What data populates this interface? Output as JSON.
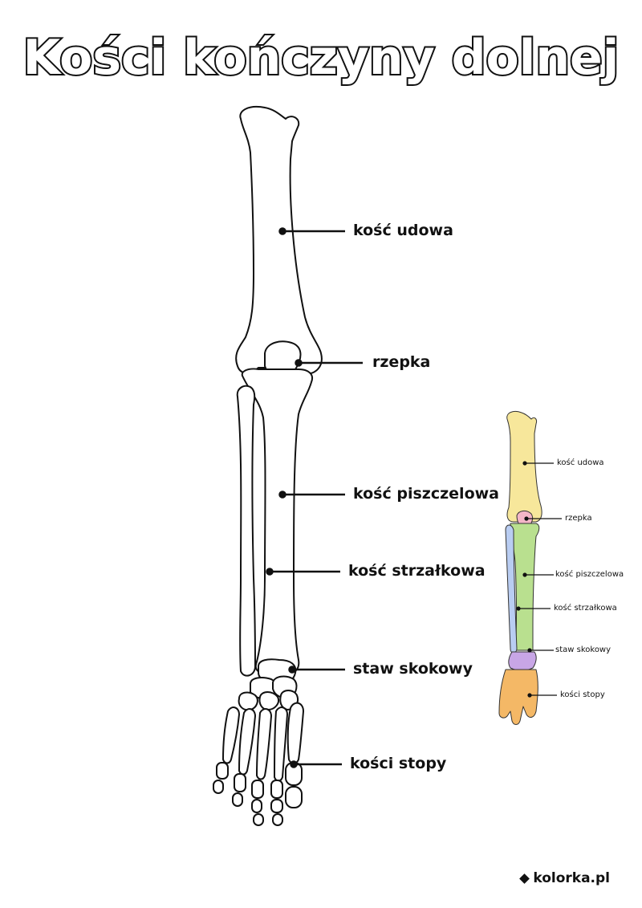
{
  "title": "Kości kończyny dolnej",
  "labels": {
    "femur": "kość udowa",
    "patella": "rzepka",
    "tibia": "kość piszczelowa",
    "fibula": "kość strzałkowa",
    "ankle": "staw skokowy",
    "foot": "kości stopy"
  },
  "colors": {
    "femur": "#f7e79b",
    "patella": "#f4b6c7",
    "tibia": "#b9e08f",
    "fibula": "#b9cdf2",
    "ankle": "#c8a6e6",
    "foot": "#f4b866"
  },
  "footer": "kolorka.pl"
}
